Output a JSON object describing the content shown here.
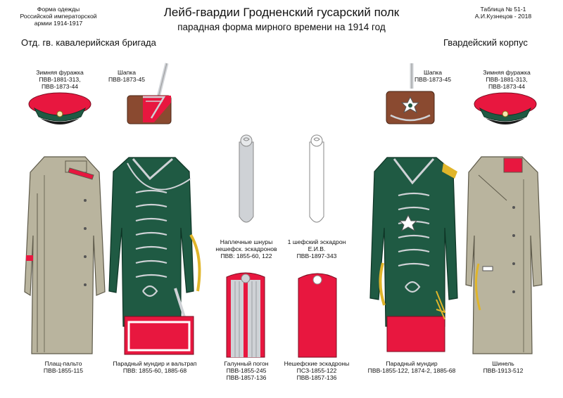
{
  "header": {
    "left_lines": [
      "Форма одежды",
      "Российской императорской",
      "армии  1914-1917"
    ],
    "title": "Лейб-гвардии Гродненский гусарский полк",
    "subtitle": "парадная форма мирного времени на 1914 год",
    "table_no": "Таблица № 51-1",
    "author": "А.И.Кузнецов - 2018",
    "brigade": "Отд. гв. кавалерийская бригада",
    "corps": "Гвардейский корпус"
  },
  "items": {
    "cap_left": [
      "Зимняя фуражка",
      "ПВВ-1881-313,",
      "ПВВ-1873-44"
    ],
    "shapka_left": [
      "Шапка",
      "ПВВ-1873-45"
    ],
    "shapka_right": [
      "Шапка",
      "ПВВ-1873-45"
    ],
    "cap_right": [
      "Зимняя фуражка",
      "ПВВ-1881-313,",
      "ПВВ-1873-44"
    ],
    "cords": [
      "Наплечные шнуры",
      "нешефск. эскадронов",
      "ПВВ: 1855-60, 122"
    ],
    "squadron1": [
      "1 шефский эскадрон",
      "Е.И.В.",
      "ПВВ-1897-343"
    ],
    "coat": [
      "Плащ-пальто",
      "ПВВ-1855-115"
    ],
    "dolman": [
      "Парадный мундир и вальтрап",
      "ПВВ: 1855-60, 1885-68"
    ],
    "galun": [
      "Галунный погон",
      "ПВВ-1855-245",
      "ПВВ-1857-136"
    ],
    "strap_red": [
      "Нешефские эскадроны",
      "ПСЗ-1855-122",
      "ПВВ-1857-136"
    ],
    "dolman_right": [
      "Парадный мундир",
      "ПВВ-1855-122, 1874-2, 1885-68"
    ],
    "shinel": [
      "Шинель",
      "ПВВ-1913-512"
    ]
  },
  "colors": {
    "uniform_green": "#1f5a43",
    "crimson": "#e8173f",
    "greatcoat_grey": "#b9b49e",
    "silver": "#cfd2d6",
    "fur_brown": "#8a4a30",
    "gold": "#e0b52a"
  }
}
